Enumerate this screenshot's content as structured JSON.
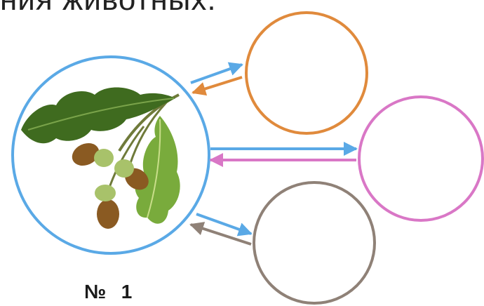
{
  "header": {
    "text": "ния  животных."
  },
  "caption": {
    "label": "№  1"
  },
  "central_image": {
    "icon": "oak-branch-with-acorns-icon",
    "circle_color": "#5aa9e6"
  },
  "empty_circles": [
    {
      "id": "top",
      "color": "#e08a3c",
      "arrow_out_color": "#5aa9e6",
      "arrow_in_color": "#e08a3c"
    },
    {
      "id": "middle",
      "color": "#d977c6",
      "arrow_out_color": "#5aa9e6",
      "arrow_in_color": "#d977c6"
    },
    {
      "id": "bottom",
      "color": "#8f8177",
      "arrow_out_color": "#5aa9e6",
      "arrow_in_color": "#8f8177"
    }
  ]
}
